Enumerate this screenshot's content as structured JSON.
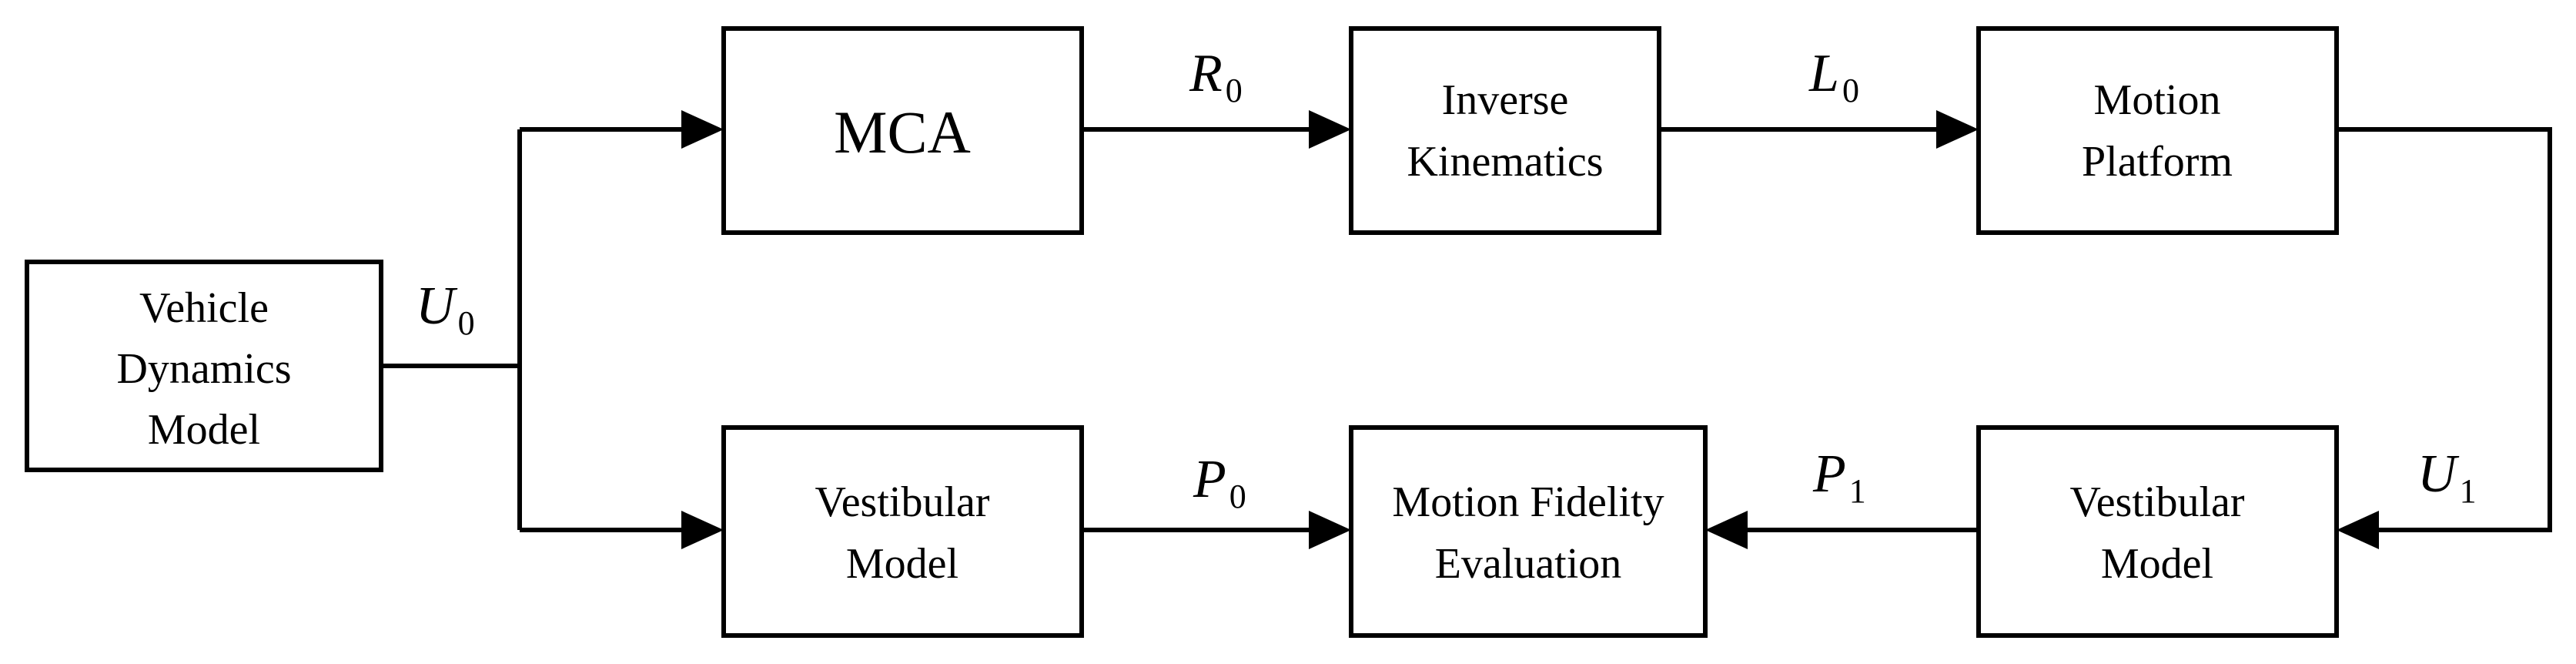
{
  "blocks": {
    "vehicle_dynamics": {
      "line1": "Vehicle",
      "line2": "Dynamics",
      "line3": "Model"
    },
    "mca": {
      "label": "MCA"
    },
    "inverse_kinematics": {
      "line1": "Inverse",
      "line2": "Kinematics"
    },
    "motion_platform": {
      "line1": "Motion",
      "line2": "Platform"
    },
    "vestibular_left": {
      "line1": "Vestibular",
      "line2": "Model"
    },
    "motion_fidelity": {
      "line1": "Motion Fidelity",
      "line2": "Evaluation"
    },
    "vestibular_right": {
      "line1": "Vestibular",
      "line2": "Model"
    }
  },
  "signals": {
    "u0": {
      "symbol": "U",
      "sub": "0"
    },
    "r0": {
      "symbol": "R",
      "sub": "0"
    },
    "l0": {
      "symbol": "L",
      "sub": "0"
    },
    "p0": {
      "symbol": "P",
      "sub": "0"
    },
    "p1": {
      "symbol": "P",
      "sub": "1"
    },
    "u1": {
      "symbol": "U",
      "sub": "1"
    }
  }
}
